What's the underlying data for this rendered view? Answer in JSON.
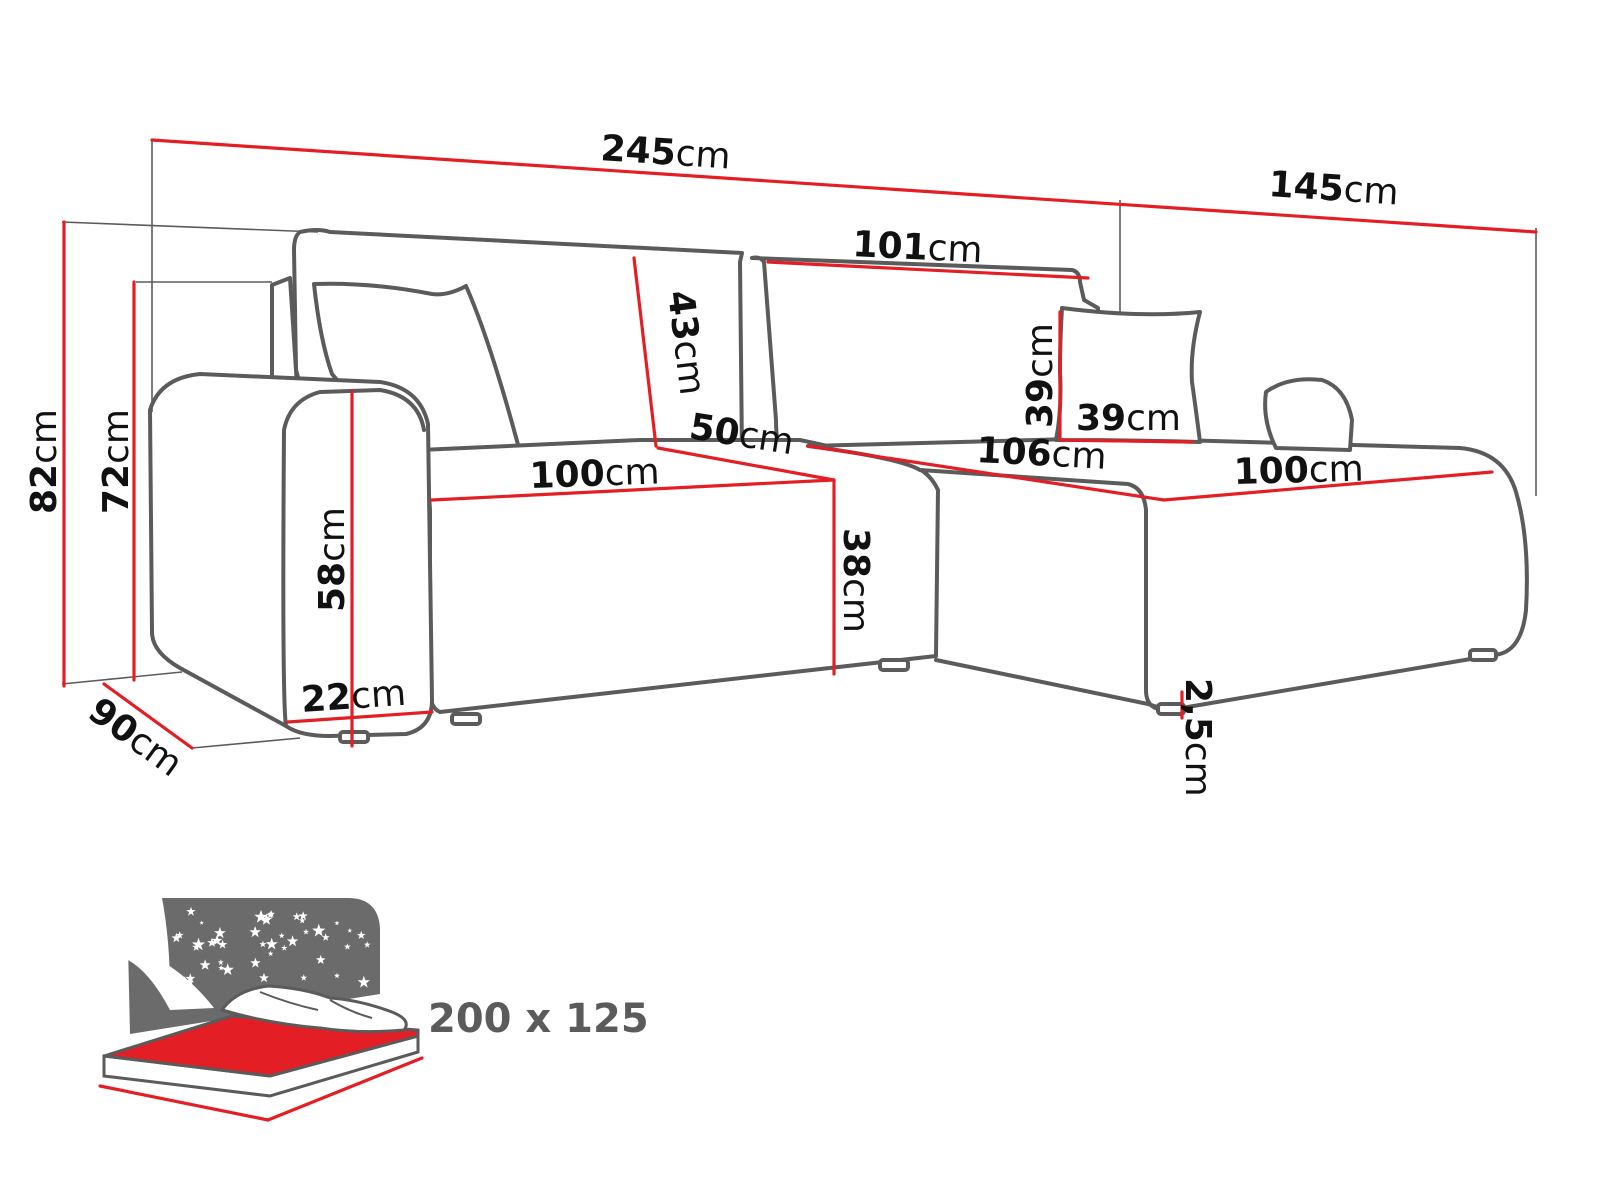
{
  "dimensions": {
    "total_width": {
      "value": "245",
      "unit": "cm"
    },
    "chaise_width": {
      "value": "145",
      "unit": "cm"
    },
    "backrest_top_width": {
      "value": "101",
      "unit": "cm"
    },
    "backrest_height": {
      "value": "43",
      "unit": "cm"
    },
    "pillow_height": {
      "value": "39",
      "unit": "cm"
    },
    "pillow_width": {
      "value": "39",
      "unit": "cm"
    },
    "seat_depth": {
      "value": "50",
      "unit": "cm"
    },
    "chaise_depth": {
      "value": "106",
      "unit": "cm"
    },
    "seat_width": {
      "value": "100",
      "unit": "cm"
    },
    "chaise_seat_width": {
      "value": "100",
      "unit": "cm"
    },
    "total_height": {
      "value": "82",
      "unit": "cm"
    },
    "arm_back_height": {
      "value": "72",
      "unit": "cm"
    },
    "armrest_height": {
      "value": "58",
      "unit": "cm"
    },
    "seat_height": {
      "value": "38",
      "unit": "cm"
    },
    "armrest_width": {
      "value": "22",
      "unit": "cm"
    },
    "total_depth": {
      "value": "90",
      "unit": "cm"
    },
    "leg_height": {
      "value": "2,5",
      "unit": "cm"
    }
  },
  "bed": {
    "size": "200 x 125"
  },
  "colors": {
    "outline": "#5b5b5b",
    "dimension_line": "#e31e24",
    "bed_surface": "#e31e24",
    "night_sky": "#6b6b6b"
  },
  "icons": {
    "bed_function": "sleeping-bed-icon"
  }
}
